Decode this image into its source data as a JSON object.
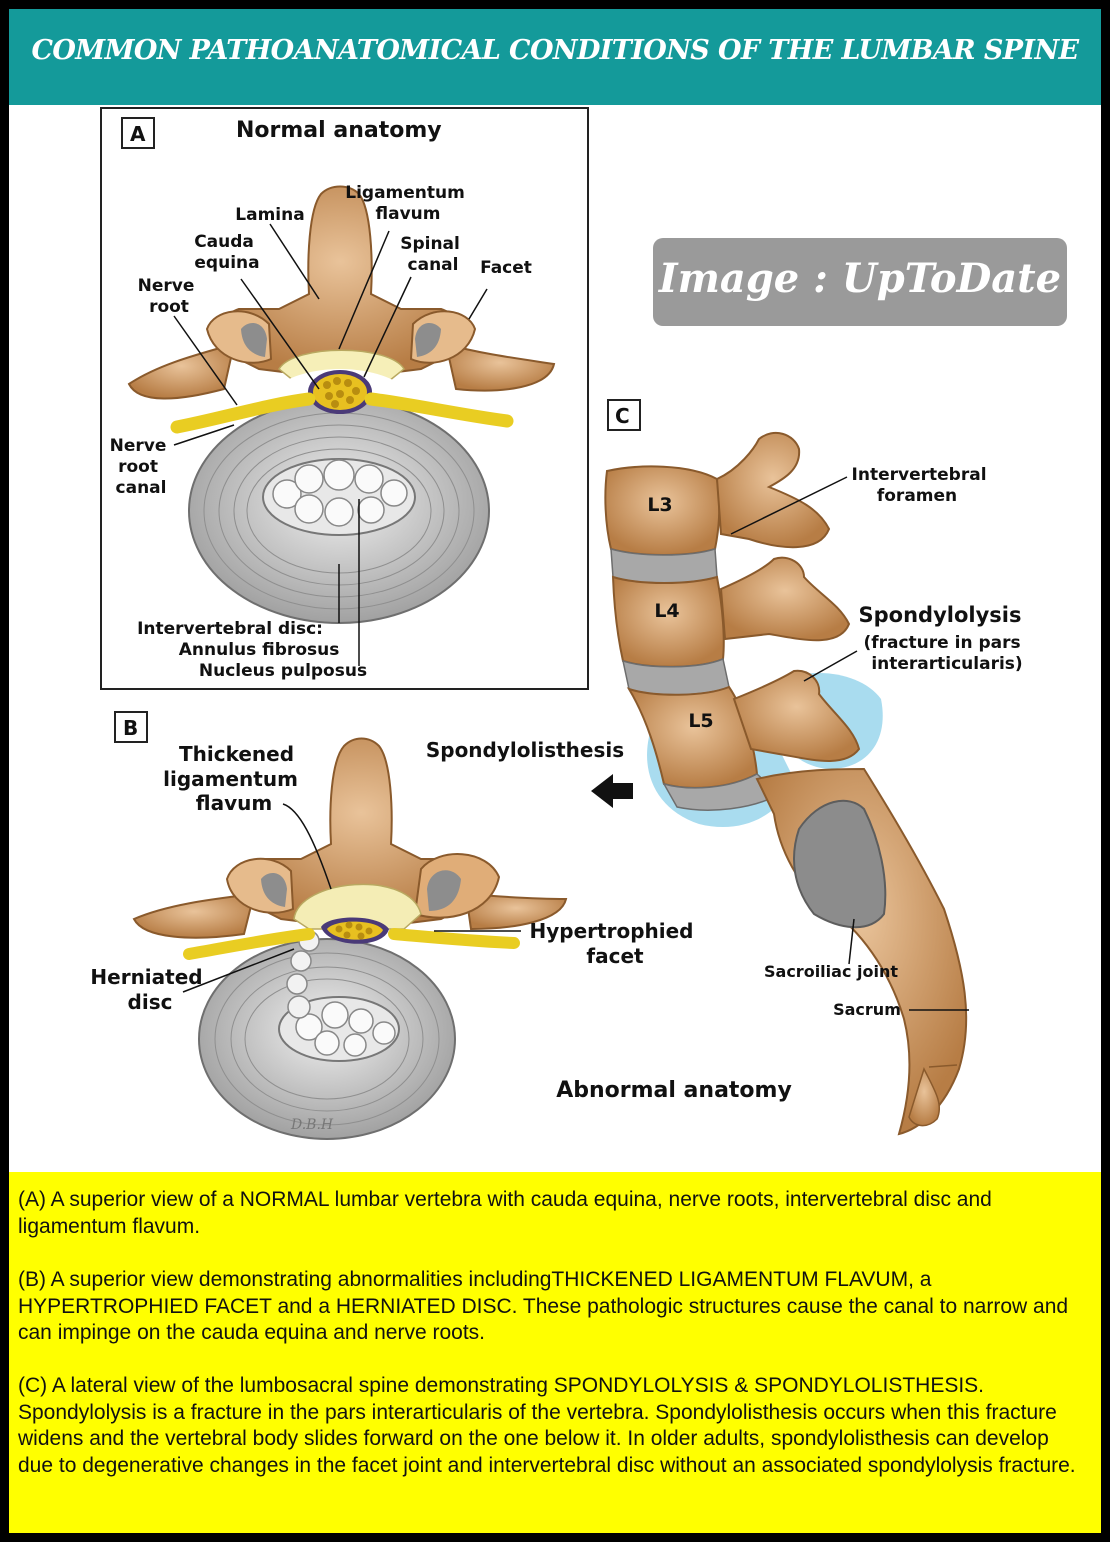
{
  "header": {
    "title": "COMMON PATHOANATOMICAL CONDITIONS OF THE LUMBAR SPINE"
  },
  "watermark": {
    "text": "Image : UpToDate"
  },
  "panel_a": {
    "letter": "A",
    "title": "Normal anatomy",
    "labels": {
      "lamina": "Lamina",
      "ligamentum_flavum": [
        "Ligamentum",
        "flavum"
      ],
      "cauda_equina": [
        "Cauda",
        "equina"
      ],
      "spinal_canal": [
        "Spinal",
        "canal"
      ],
      "facet": "Facet",
      "nerve_root": [
        "Nerve",
        "root"
      ],
      "nerve_root_canal": [
        "Nerve",
        "root",
        "canal"
      ],
      "disc": [
        "Intervertebral disc:",
        "Annulus fibrosus",
        "Nucleus pulposus"
      ]
    }
  },
  "panel_b": {
    "letter": "B",
    "labels": {
      "thickened": [
        "Thickened",
        "ligamentum",
        "flavum"
      ],
      "hypertrophied": [
        "Hypertrophied",
        "facet"
      ],
      "herniated": [
        "Herniated",
        "disc"
      ],
      "signature": "D.B.H"
    }
  },
  "panel_c": {
    "letter": "C",
    "labels": {
      "l3": "L3",
      "l4": "L4",
      "l5": "L5",
      "foramen": [
        "Intervertebral",
        "foramen"
      ],
      "spondylolysis": "Spondylolysis",
      "spondylolysis_note": [
        "(fracture in pars",
        "interarticularis)"
      ],
      "spondylolisthesis": "Spondylolisthesis",
      "sacroiliac": "Sacroiliac joint",
      "sacrum": "Sacrum"
    }
  },
  "abnormal_title": "Abnormal anatomy",
  "captions": {
    "a": "(A) A superior view of a NORMAL lumbar vertebra with cauda equina, nerve roots, intervertebral disc and ligamentum flavum.",
    "b": "(B) A superior view demonstrating abnormalities includingTHICKENED LIGAMENTUM FLAVUM, a HYPERTROPHIED FACET and a HERNIATED DISC. These pathologic structures cause the canal to narrow and can impinge on the cauda equina and nerve roots.",
    "c": "(C) A lateral view of the lumbosacral spine demonstrating SPONDYLOLYSIS & SPONDYLOLISTHESIS. Spondylolysis is a fracture in the pars interarticularis of the vertebra. Spondylolisthesis occurs when this fracture widens and the vertebral body slides forward on the one below it. In older adults, spondylolisthesis can develop due to degenerative changes in the facet joint and intervertebral disc without an associated spondylolysis fracture."
  },
  "colors": {
    "header_bg": "#149a9a",
    "caption_bg": "#ffff00",
    "bone": "#c9955d",
    "disc": "#c8c8c8",
    "nerve": "#f0d020",
    "highlight": "#a9dcef"
  }
}
